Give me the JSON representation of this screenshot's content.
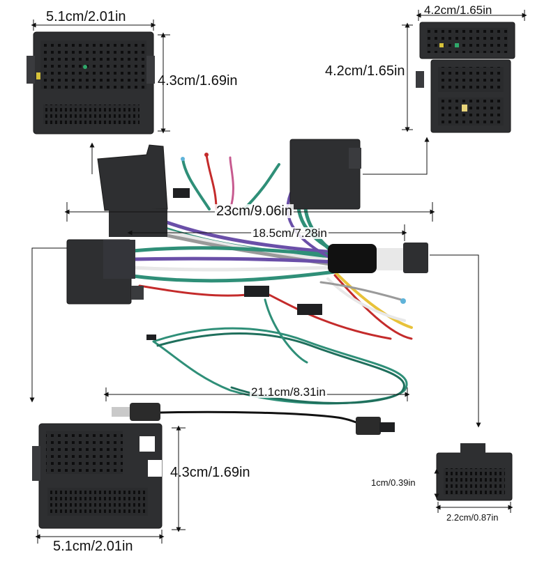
{
  "labels": {
    "top_left_width": "5.1cm/2.01in",
    "top_left_height": "4.3cm/1.69in",
    "top_right_width": "4.2cm/1.65in",
    "top_right_height": "4.2cm/1.65in",
    "total_length": "23cm/9.06in",
    "mid_length": "18.5cm/7.28in",
    "antenna_length": "21.1cm/8.31in",
    "bottom_left_height": "4.3cm/1.69in",
    "bottom_left_width": "5.1cm/2.01in",
    "small_height": "1cm/0.39in",
    "small_width": "2.2cm/0.87in"
  },
  "colors": {
    "connector": "#2e2f31",
    "connector_dark": "#1f2022",
    "wire_green": "#2f8f78",
    "wire_purple": "#6a4fa8",
    "wire_red": "#c42b2b",
    "wire_yellow": "#e8c23a",
    "wire_white": "#e8e8e8",
    "wire_black": "#1a1a1a",
    "wire_gray": "#9a9a9a",
    "sleeve": "#111111"
  }
}
